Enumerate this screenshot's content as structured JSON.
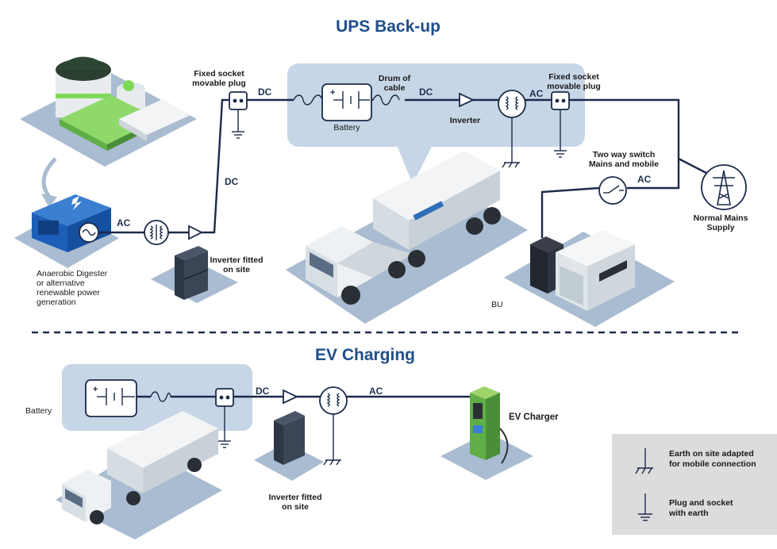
{
  "titles": {
    "ups": "UPS Back-up",
    "ev": "EV Charging"
  },
  "labels": {
    "fixed_socket_1": [
      "Fixed socket",
      "movable plug"
    ],
    "fixed_socket_2": [
      "Fixed socket",
      "movable plug"
    ],
    "dc_top": "DC",
    "dc_vertical": "DC",
    "dc_battery": "DC",
    "ac_top": "AC",
    "ac_digester": "AC",
    "ac_switch": "AC",
    "drum_of_cable": [
      "Drum of",
      "cable"
    ],
    "battery_top": "Battery",
    "inverter_top": "Inverter",
    "two_way_switch": [
      "Two way switch",
      "Mains and mobile"
    ],
    "normal_mains": [
      "Normal Mains",
      "Supply"
    ],
    "digester": [
      "Anaerobic Digester",
      "or alternative",
      "renewable power",
      "generation"
    ],
    "inverter_fitted_1": [
      "Inverter fitted",
      "on site"
    ],
    "bu": "BU",
    "battery_ev": "Battery",
    "dc_ev": "DC",
    "ac_ev": "AC",
    "ev_charger": "EV Charger",
    "inverter_fitted_2": [
      "Inverter fitted",
      "on site"
    ]
  },
  "legend": {
    "earth": [
      "Earth on site adapted",
      "for mobile connection"
    ],
    "plug_socket": [
      "Plug and socket",
      "with earth"
    ]
  },
  "colors": {
    "title": "#1f4e8c",
    "wire": "#1c2a4a",
    "panel": "#c6d6e6",
    "ground": "#a9bcd1",
    "legend_bg": "#dcdcdc"
  }
}
